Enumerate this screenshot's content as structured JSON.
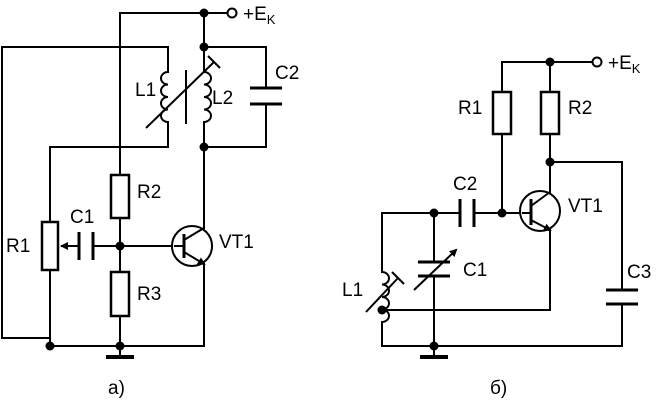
{
  "circuit_a": {
    "caption": "а)",
    "supply": {
      "main": "+E",
      "sub": "K"
    },
    "L1": "L1",
    "L2": "L2",
    "C2": "C2",
    "R1": "R1",
    "C1": "C1",
    "R2": "R2",
    "R3": "R3",
    "VT1": "VT1"
  },
  "circuit_b": {
    "caption": "б)",
    "supply": {
      "main": "+E",
      "sub": "K"
    },
    "R1": "R1",
    "R2": "R2",
    "C2": "C2",
    "VT1": "VT1",
    "L1": "L1",
    "C1": "C1",
    "C3": "C3"
  }
}
